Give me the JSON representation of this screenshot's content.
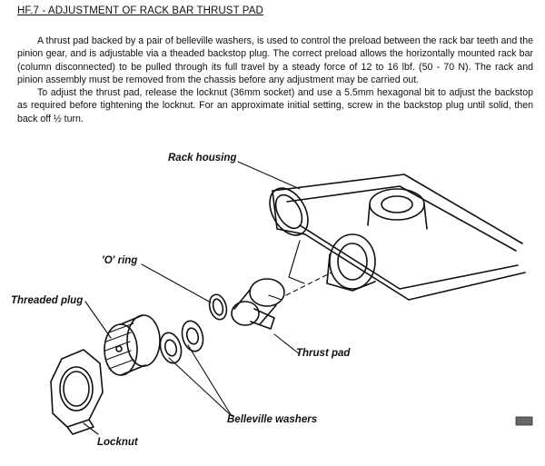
{
  "heading": "HF.7 - ADJUSTMENT OF RACK BAR THRUST PAD",
  "paragraphs": [
    "A thrust pad backed by a pair of belleville washers, is used to control the preload between the rack bar teeth and the pinion gear, and is adjustable via a theaded backstop plug.  The correct preload allows the horizontally mounted rack bar (column disconnected) to be pulled through its full travel by a steady force of 12 to 16 lbf. (50 - 70 N).  The rack and pinion assembly must be removed from the chassis before any adjustment may be carried out.",
    "To adjust the thrust pad, release the locknut (36mm socket) and use a 5.5mm hexagonal bit to adjust the backstop as required before tightening the locknut.  For an approximate initial setting, screw in the backstop plug until solid, then back off ½ turn."
  ],
  "figure": {
    "labels": {
      "rack_housing": "Rack housing",
      "o_ring": "'O' ring",
      "threaded_plug": "Threaded plug",
      "thrust_pad": "Thrust pad",
      "belleville_washers": "Belleville washers",
      "locknut": "Locknut"
    }
  }
}
